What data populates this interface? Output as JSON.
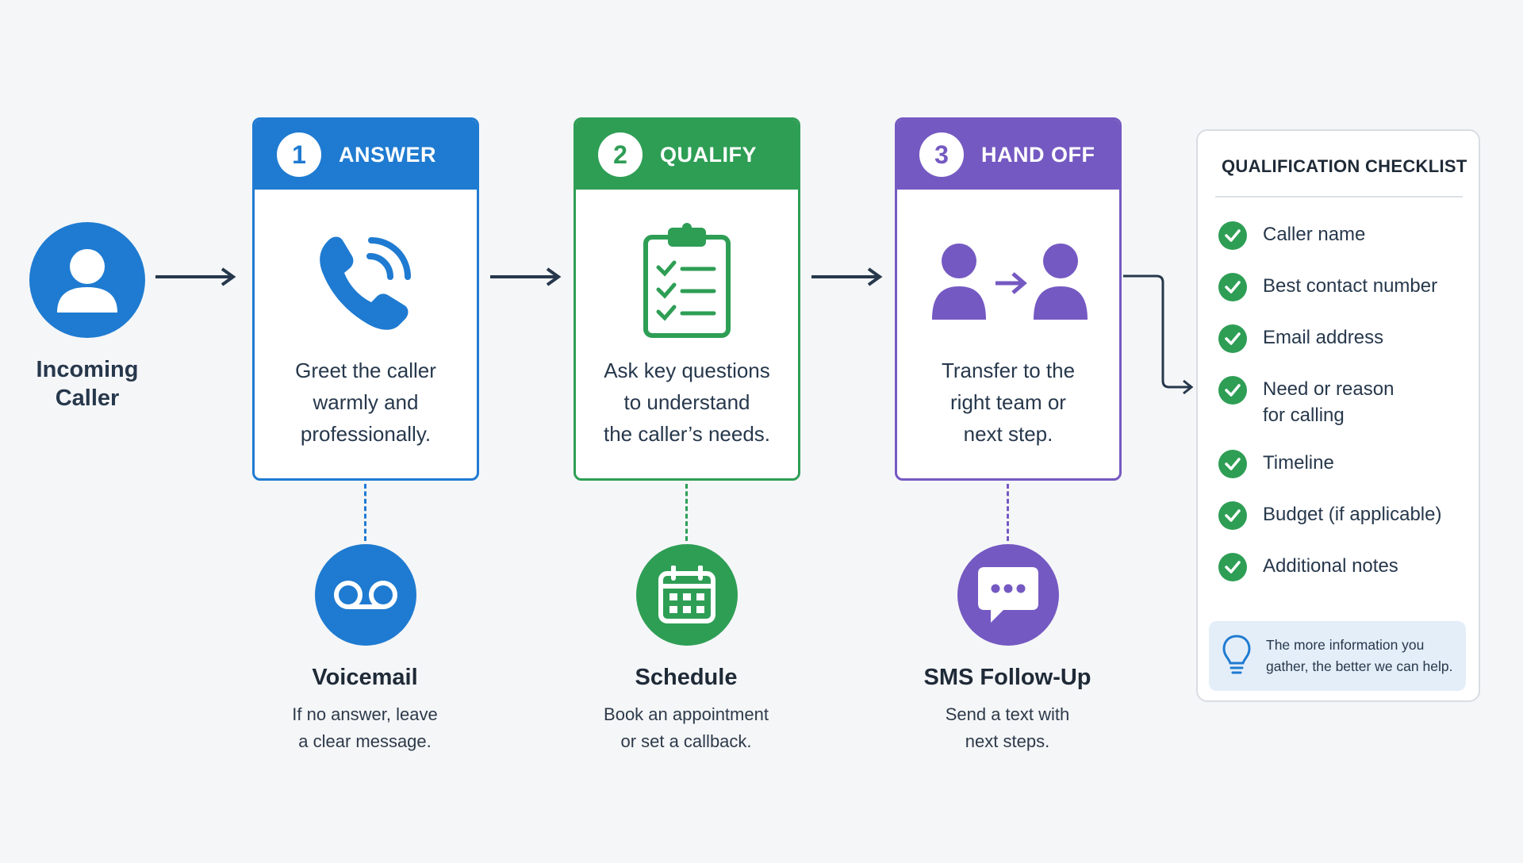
{
  "caller": {
    "label_line1": "Incoming",
    "label_line2": "Caller"
  },
  "steps": [
    {
      "number": "1",
      "title": "ANSWER",
      "text_lines": [
        "Greet the caller",
        "warmly and",
        "professionally."
      ],
      "color": "#1f7bd1"
    },
    {
      "number": "2",
      "title": "QUALIFY",
      "text_lines": [
        "Ask key questions",
        "to understand",
        "the caller’s needs."
      ],
      "color": "#2e9e55"
    },
    {
      "number": "3",
      "title": "HAND OFF",
      "text_lines": [
        "Transfer to the",
        "right team or",
        "next step."
      ],
      "color": "#7559c2"
    }
  ],
  "alternatives": [
    {
      "title": "Voicemail",
      "desc_lines": [
        "If no answer, leave",
        "a clear message."
      ],
      "icon": "voicemail-icon",
      "color": "#1f7bd1"
    },
    {
      "title": "Schedule",
      "desc_lines": [
        "Book an appointment",
        "or set a callback."
      ],
      "icon": "calendar-icon",
      "color": "#2e9e55"
    },
    {
      "title": "SMS Follow-Up",
      "desc_lines": [
        "Send a text with",
        "next steps."
      ],
      "icon": "chat-icon",
      "color": "#7559c2"
    }
  ],
  "checklist": {
    "title": "QUALIFICATION CHECKLIST",
    "items": [
      "Caller name",
      "Best contact number",
      "Email address",
      "Need or reason for calling",
      "Timeline",
      "Budget (if applicable)",
      "Additional notes"
    ],
    "tip": "The more information you gather, the better we can help."
  },
  "colors": {
    "blue": "#1f7bd1",
    "green": "#2e9e55",
    "purple": "#7559c2",
    "arrow": "#27384c"
  }
}
